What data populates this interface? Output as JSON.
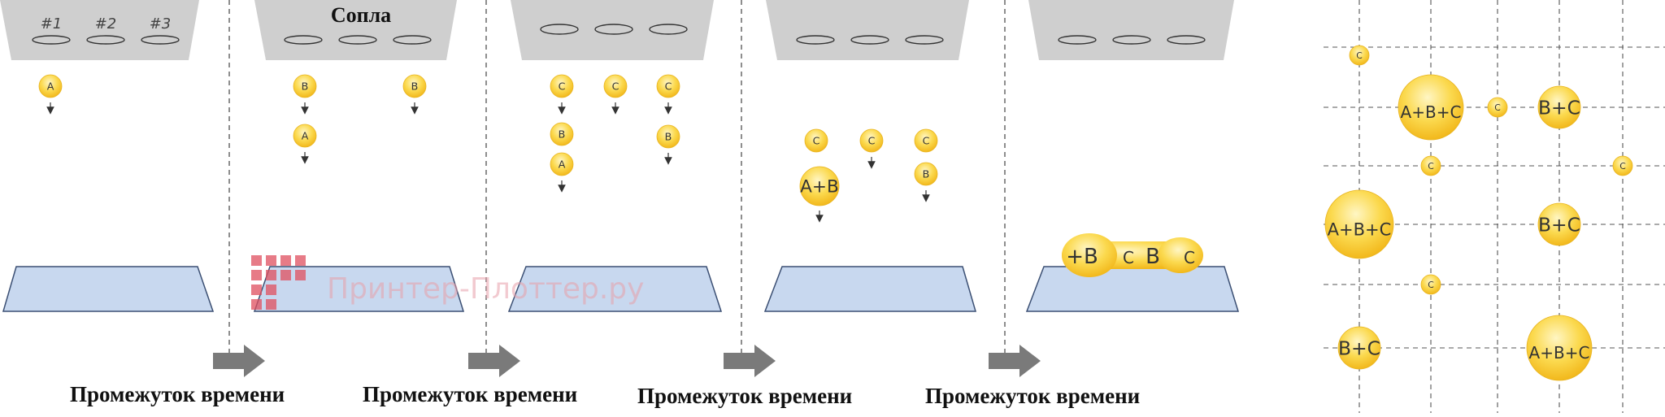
{
  "nozzle_title": "Сопла",
  "nozzle_numbers": [
    "#1",
    "#2",
    "#3"
  ],
  "time_step_label": "Промежуток времени",
  "watermark": "Принтер-Плоттер.ру",
  "colors": {
    "droplet_fill": "#f7c830",
    "droplet_light": "#fff6c4",
    "platform_fill": "#c8d8ef",
    "platform_stroke": "#3b4f73",
    "nozzle_fill": "#cfcfcf",
    "arrow": "#7a7a7a",
    "watermark": "#e05060"
  },
  "panels": [
    {
      "name": "panel-1",
      "droplets": [
        {
          "label": "A"
        }
      ],
      "merged_on_platform": []
    },
    {
      "name": "panel-2",
      "droplets": [
        {
          "label": "B"
        },
        {
          "label": "A"
        },
        {
          "label": "B"
        }
      ],
      "merged_on_platform": []
    },
    {
      "name": "panel-3",
      "droplets": [
        {
          "label": "C"
        },
        {
          "label": "B"
        },
        {
          "label": "A"
        },
        {
          "label": "C"
        },
        {
          "label": "C"
        },
        {
          "label": "B"
        }
      ],
      "merged_on_platform": []
    },
    {
      "name": "panel-4",
      "droplets": [
        {
          "label": "C"
        },
        {
          "label": "A+B"
        },
        {
          "label": "C"
        },
        {
          "label": "C"
        },
        {
          "label": "B"
        }
      ],
      "merged_on_platform": []
    },
    {
      "name": "panel-5",
      "droplets": [],
      "merged_on_platform": [
        "+B",
        "C",
        "B",
        "C"
      ]
    }
  ],
  "grid_droplets": [
    {
      "label": "C"
    },
    {
      "label": "A+B+C"
    },
    {
      "label": "C"
    },
    {
      "label": "B+C"
    },
    {
      "label": "C"
    },
    {
      "label": "C"
    },
    {
      "label": "A+B+C"
    },
    {
      "label": "B+C"
    },
    {
      "label": "C"
    },
    {
      "label": "B+C"
    },
    {
      "label": "A+B+C"
    }
  ]
}
